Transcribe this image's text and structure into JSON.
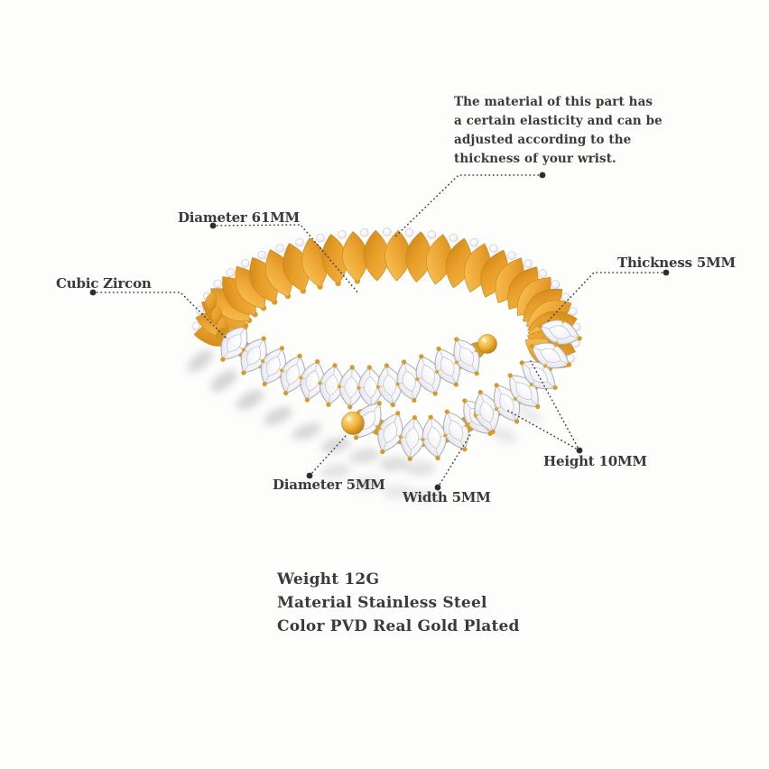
{
  "note": {
    "lines": [
      "The material of this part has",
      "a certain elasticity and can be",
      "adjusted according to the",
      "thickness of your wrist."
    ]
  },
  "callouts": {
    "diameter_outer": "Diameter 61MM",
    "cubic_zircon": "Cubic Zircon",
    "thickness": "Thickness 5MM",
    "height": "Height 10MM",
    "diameter_wire": "Diameter 5MM",
    "width": "Width 5MM"
  },
  "specs": {
    "weight": "Weight 12G",
    "material": "Material Stainless Steel",
    "color": "Color PVD Real Gold Plated"
  },
  "colors": {
    "background": "#fdfdfc",
    "text": "#3a3a3c",
    "leader_line": "#3a3a3c",
    "leader_dot": "#2d2d2f",
    "gold": "#EFA735",
    "gold_light": "#F8C95F",
    "gold_dark": "#C9851A",
    "band_metal": "#D0951F",
    "prong": "#D79A25",
    "gem_white": "#FFFFFF",
    "gem_edge": "#ACADB5",
    "shadow": "#9a9aa0"
  }
}
